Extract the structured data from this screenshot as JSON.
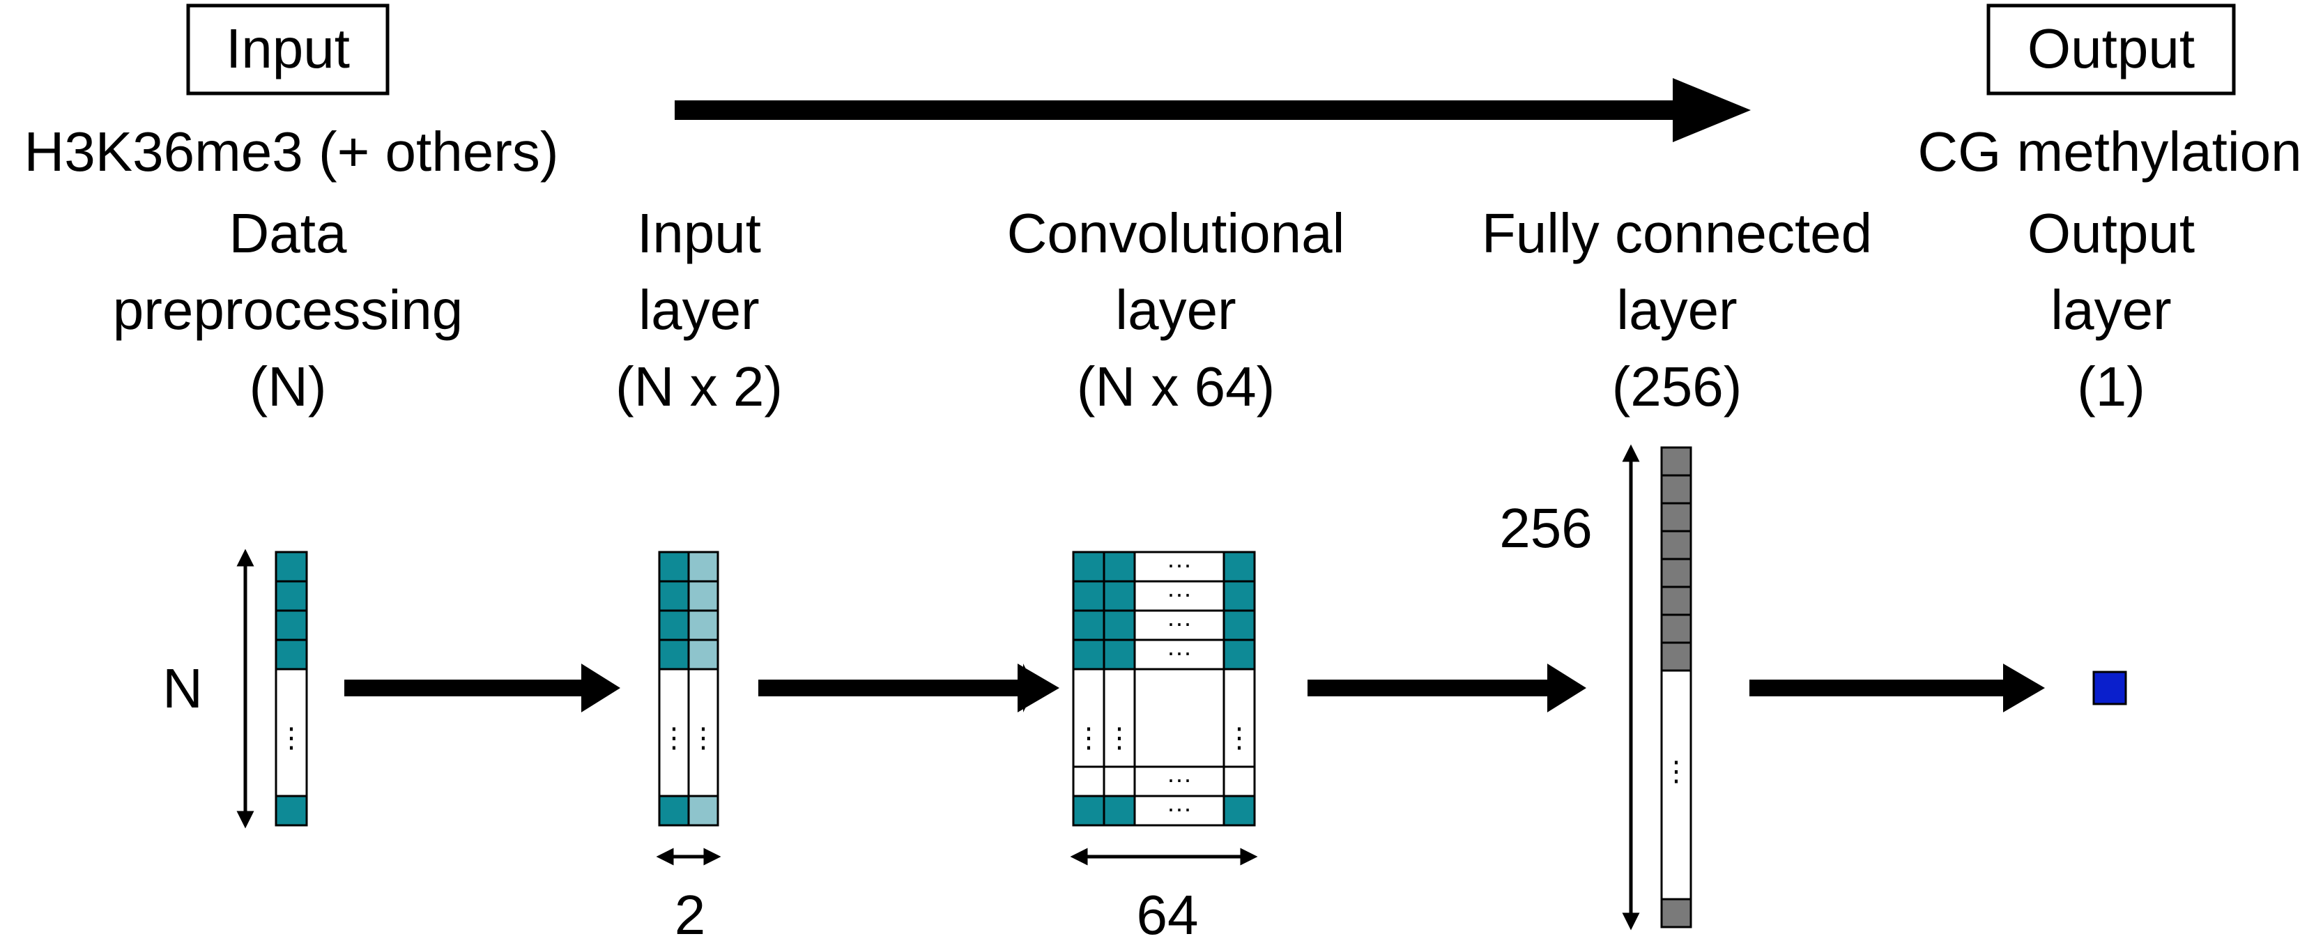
{
  "header": {
    "input_box": "Input",
    "input_desc": "H3K36me3 (+ others)",
    "output_box": "Output",
    "output_desc": "CG methylation"
  },
  "stages": [
    {
      "lines": [
        "Data",
        "preprocessing",
        "(N)"
      ]
    },
    {
      "lines": [
        "Input",
        "layer",
        "(N x 2)"
      ]
    },
    {
      "lines": [
        "Convolutional",
        "layer",
        "(N x 64)"
      ]
    },
    {
      "lines": [
        "Fully connected",
        "layer",
        "(256)"
      ]
    },
    {
      "lines": [
        "Output",
        "layer",
        "(1)"
      ]
    }
  ],
  "dimension_labels": {
    "n": "N",
    "input_width": "2",
    "conv_width": "64",
    "fc_height": "256"
  },
  "ellipsis": "⋮",
  "h_ellipsis": "···",
  "colors": {
    "teal": "#0e8a96",
    "light_teal": "#8ec4cc",
    "gray": "#7a7a7a",
    "blue": "#0a1fcc",
    "black": "#000000"
  }
}
